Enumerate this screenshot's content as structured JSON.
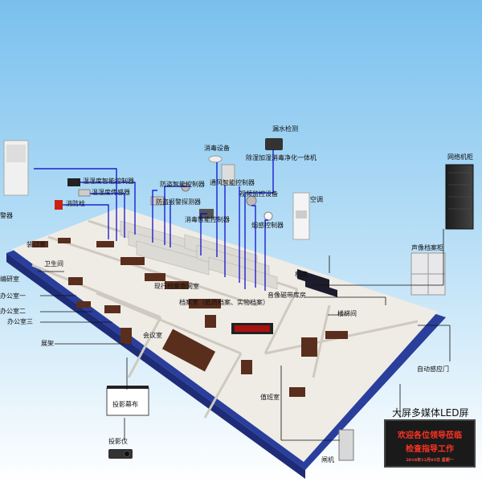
{
  "labels": {
    "leak_detection": "漏水检测",
    "disinfection_equipment": "消毒设备",
    "dehumidify_purifier": "除湿加湿消毒净化一体机",
    "network_cabinet": "网络机柜",
    "temp_humidity_controller": "温湿度智能控制器",
    "temp_humidity_sensor": "温湿度传感器",
    "fire_hydrant": "消防栓",
    "alarm": "警器",
    "anti_theft_controller": "防盗智能控制器",
    "ventilation_controller": "通风智能控制器",
    "anti_theft_detector": "防盗报警探测器",
    "video_monitoring": "视频监控设备",
    "air_conditioner": "空调",
    "disinfection_controller": "消毒智能控制器",
    "smoke_detector": "烟感控制器",
    "binding_room": "装订室",
    "sound_archive_cabinet": "声像档案柜",
    "bathroom": "卫生间",
    "research_room": "编研室",
    "office_1": "办公室一",
    "office_2": "办公室二",
    "office_3": "办公室三",
    "display_rack": "展架",
    "meeting_room": "会议室",
    "storage_room_label": "现行档案查阅室",
    "physical_archive": "档案室（纸质档案、实物档案）",
    "server_room_label": "机房",
    "audio_video_room": "音像磁带库房",
    "stairwell": "楼梯间",
    "auto_door": "自动感应门",
    "duty_room": "值班室",
    "projection_screen": "投影幕布",
    "projector": "投影仪",
    "gate": "闸机",
    "led_screen": "大屏多媒体LED屏"
  },
  "led": {
    "line1": "欢迎各位领导莅临",
    "line2": "检查指导工作",
    "line3": "2018年12月03日 星期一"
  },
  "colors": {
    "sky_top": "#79c0ee",
    "sky_bottom": "#ffffff",
    "wire_blue": "#0000cc",
    "base_blue": "#2a3e9c",
    "floor": "#efece6",
    "led_red": "#ff3322"
  }
}
